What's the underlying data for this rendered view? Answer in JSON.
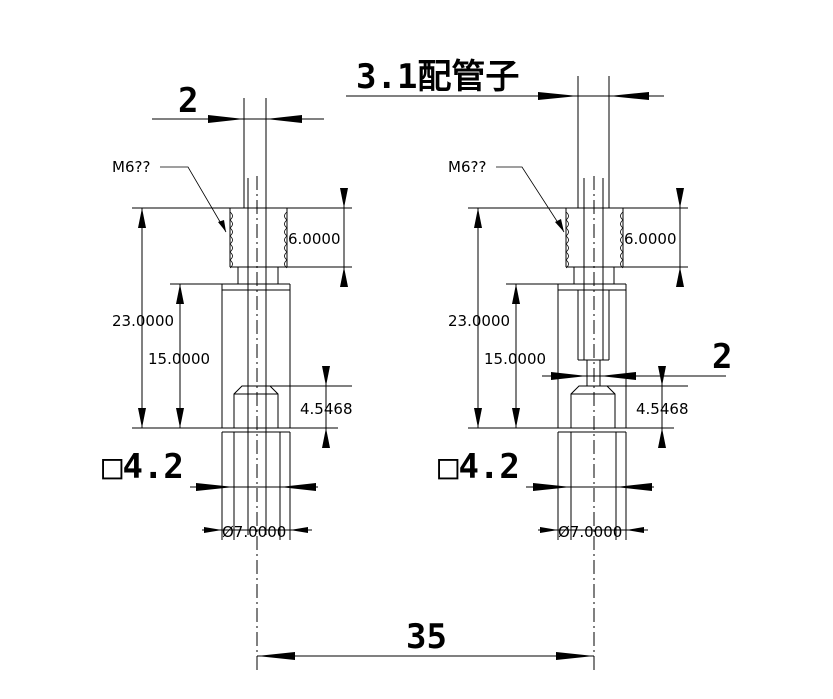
{
  "title": "3.1配管子",
  "spacing_label": "35",
  "parts": [
    {
      "thread_label": "M6??",
      "top_width_label": "2",
      "thread_depth_label": "6.0000",
      "overall_height_label": "23.0000",
      "bore_depth_label": "15.0000",
      "chamfer_label": "4.5468",
      "square_label": "□4.2",
      "diameter_label": "Ø7.0000"
    },
    {
      "thread_label": "M6??",
      "neck_label": "2",
      "thread_depth_label": "6.0000",
      "overall_height_label": "23.0000",
      "bore_depth_label": "15.0000",
      "chamfer_label": "4.5468",
      "square_label": "□4.2",
      "diameter_label": "Ø7.0000"
    }
  ]
}
